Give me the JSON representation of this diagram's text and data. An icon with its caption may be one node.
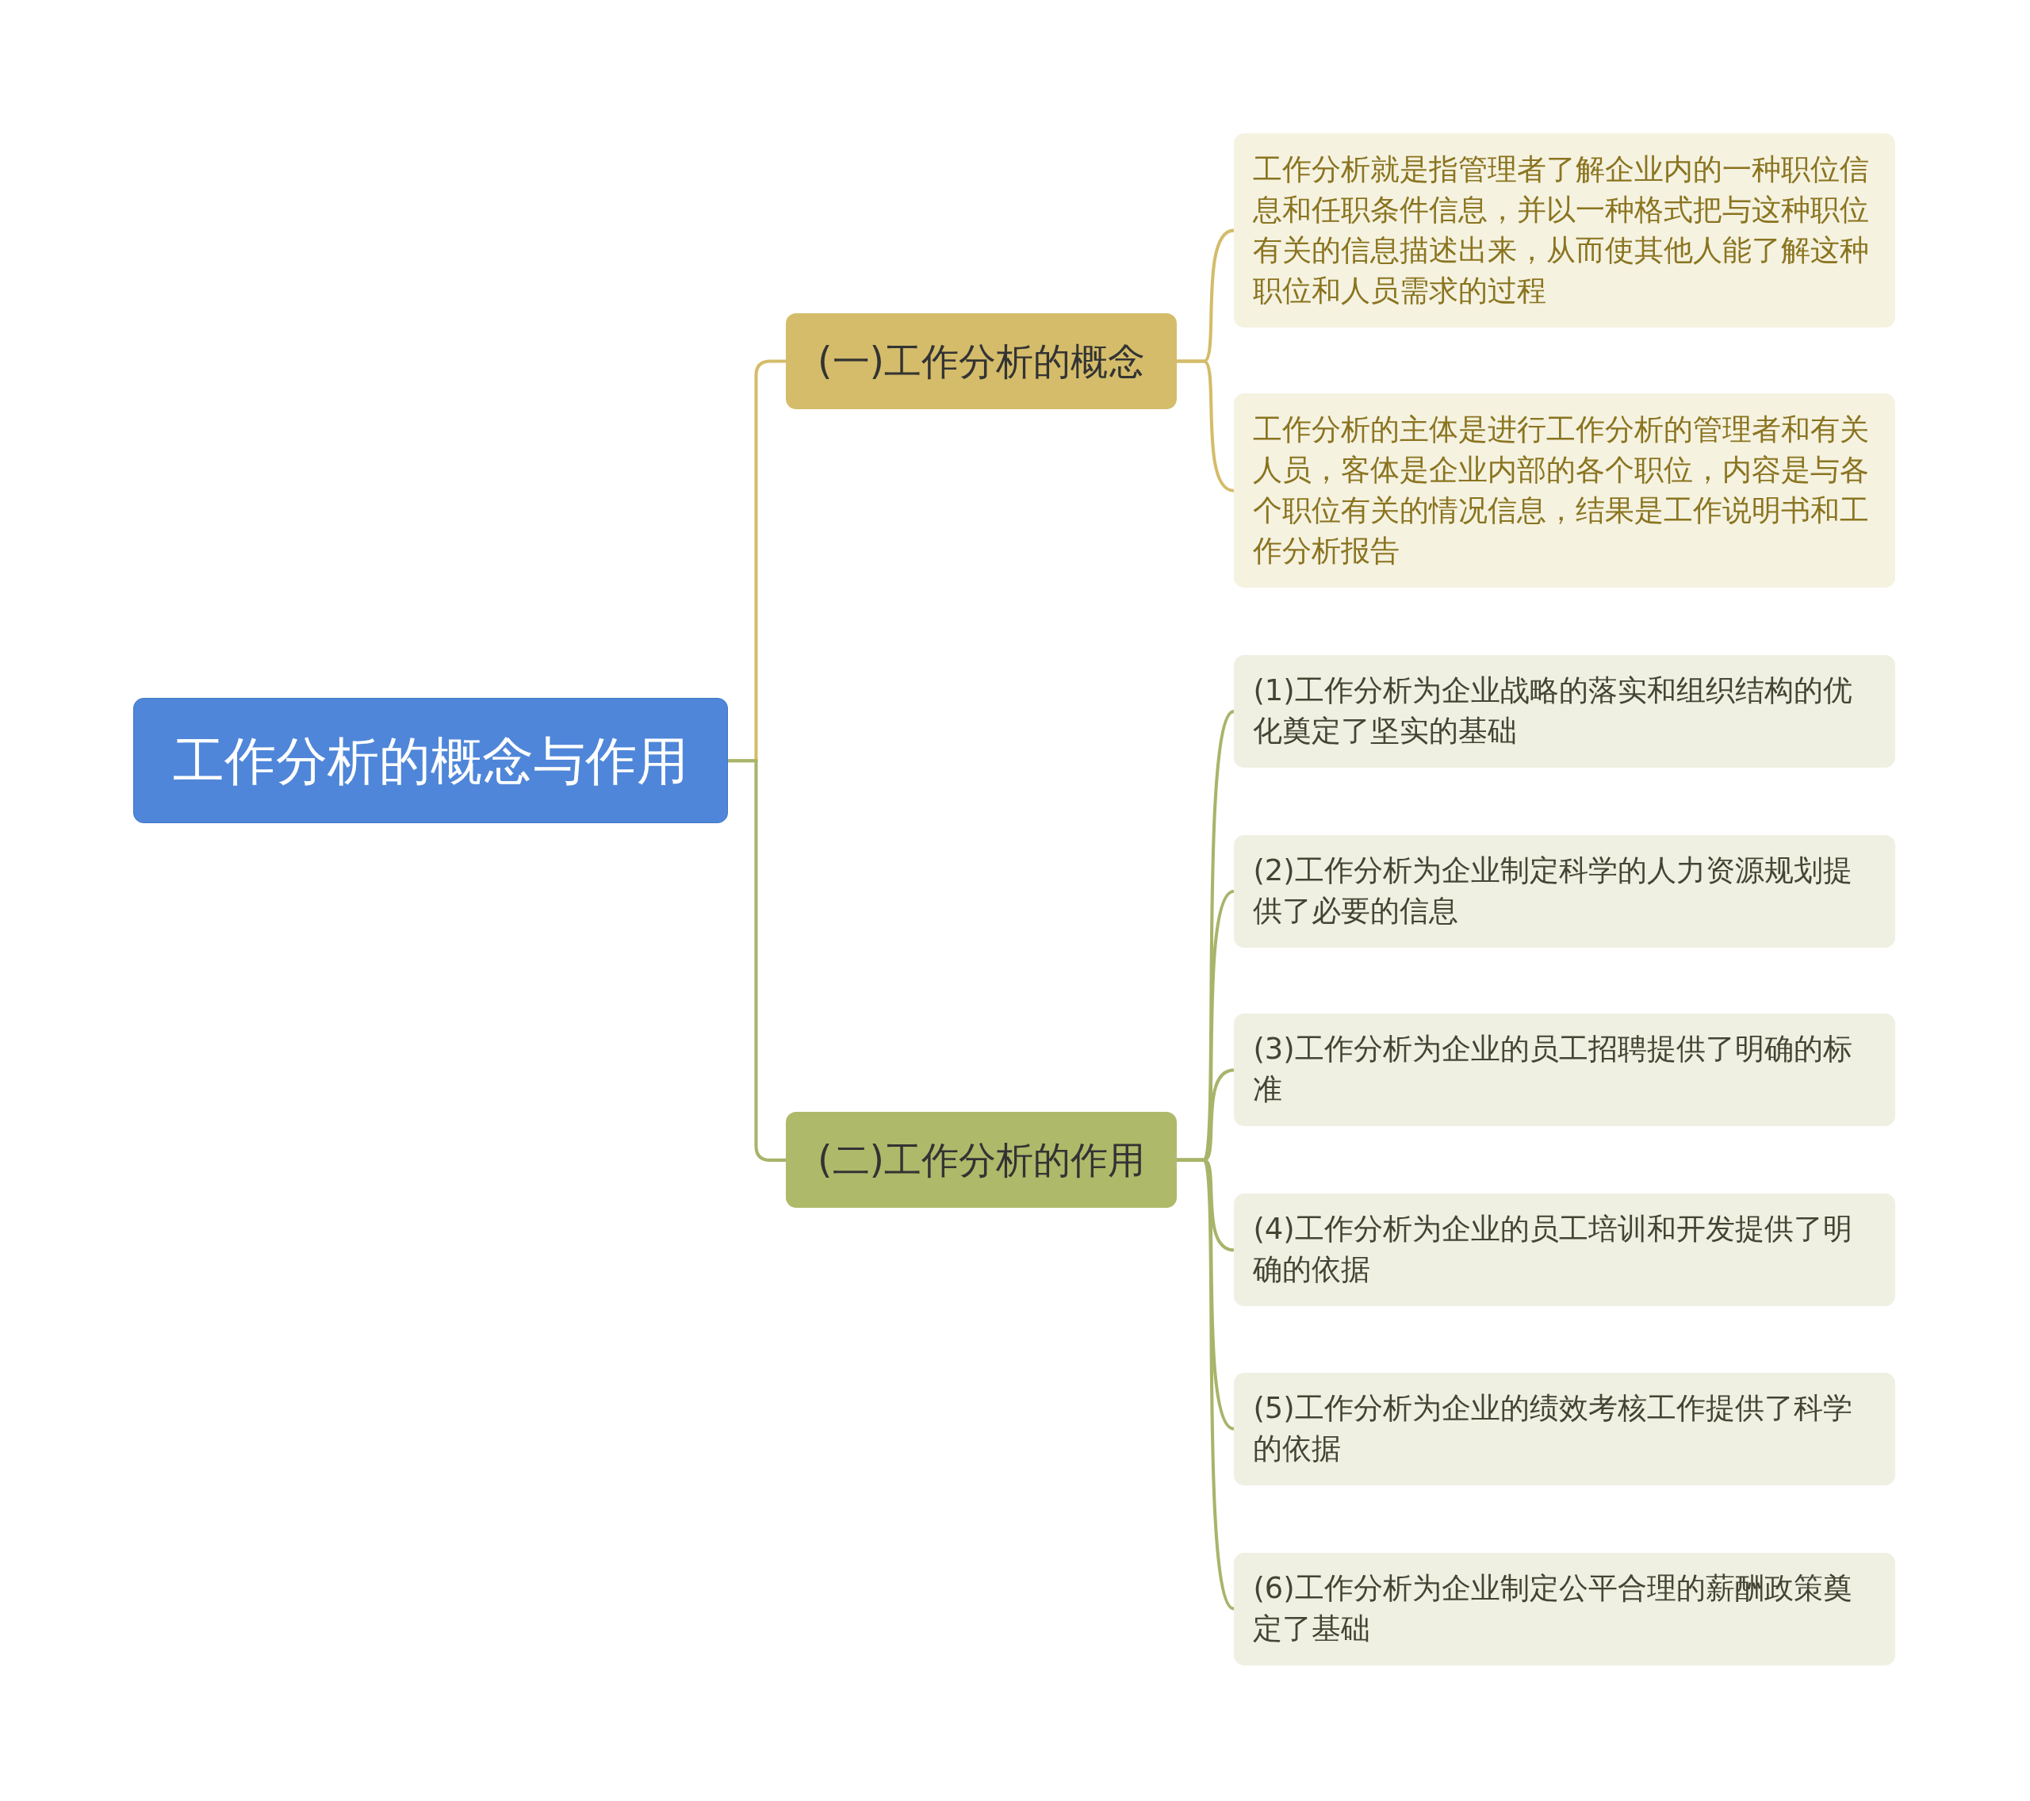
{
  "diagram": {
    "nodes": [
      {
        "text": [
          "工作分析的概念与作用"
        ]
      },
      {
        "text": [
          "(一)工作分析的概念"
        ]
      },
      {
        "text": [
          "工作分析就是指管理者了解企业内的一种职位信息和任职条件信息，并以一种格式把与这种职位有关的信息描述出来，从而使其他人能了解这种职位和人员需求的过程"
        ]
      },
      {
        "text": [
          "工作分析的主体是进行工作分析的管理者和有关人员，客体是企业内部的各个职位，内容是与各个职位有关的情况信息，结果是工作说明书和工作分析报告"
        ]
      },
      {
        "text": [
          "(二)工作分析的作用"
        ]
      },
      {
        "text": [
          "(1)工作分析为企业战略的落实和组织结构的优化奠定了坚实的基础"
        ]
      },
      {
        "text": [
          "(2)工作分析为企业制定科学的人力资源规划提供了必要的信息"
        ]
      },
      {
        "text": [
          "(3)工作分析为企业的员工招聘提供了明确的标准"
        ]
      },
      {
        "text": [
          "(4)工作分析为企业的员工培训和开发提供了明确的依据"
        ]
      },
      {
        "text": [
          "(5)工作分析为企业的绩效考核工作提供了科学的依据"
        ]
      },
      {
        "text": [
          "(6)工作分析为企业制定公平合理的薪酬政策奠定了基础"
        ]
      }
    ],
    "edges": [
      {
        "from": 0,
        "to": 1,
        "arrow": "none",
        "color": "#d4bc6a"
      },
      {
        "from": 1,
        "to": 2,
        "arrow": "none",
        "color": "#d4bc6a"
      },
      {
        "from": 1,
        "to": 3,
        "arrow": "none",
        "color": "#d4bc6a"
      },
      {
        "from": 0,
        "to": 4,
        "arrow": "none"
      },
      {
        "from": 4,
        "to": 5,
        "arrow": "none"
      },
      {
        "from": 4,
        "to": 6,
        "arrow": "none"
      },
      {
        "from": 4,
        "to": 7,
        "arrow": "none"
      },
      {
        "from": 4,
        "to": 8,
        "arrow": "none"
      },
      {
        "from": 4,
        "to": 9,
        "arrow": "none"
      },
      {
        "from": 4,
        "to": 10,
        "arrow": "none"
      }
    ]
  }
}
